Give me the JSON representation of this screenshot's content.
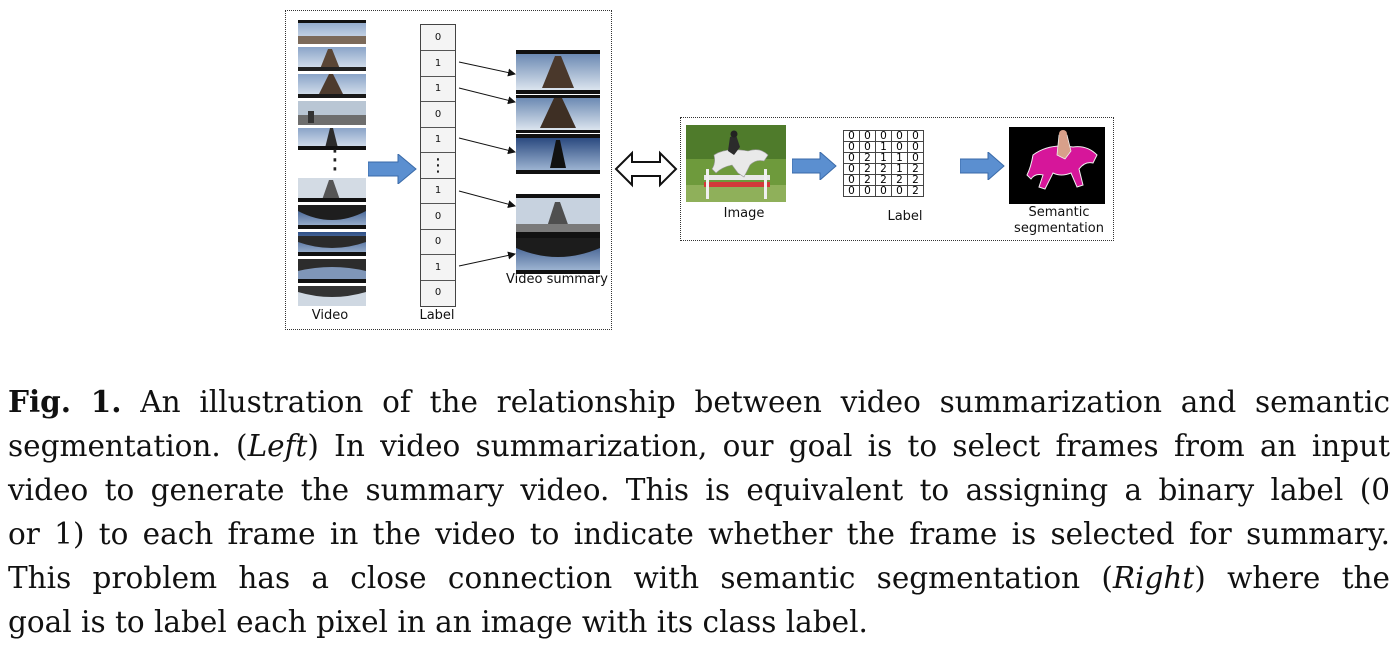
{
  "figure": {
    "left_panel": {
      "video_label": "Video",
      "label_column_title": "Label",
      "binary_labels": [
        "0",
        "1",
        "1",
        "0",
        "1",
        "⋮",
        "1",
        "0",
        "0",
        "1",
        "0"
      ],
      "summary_label": "Video summary",
      "video_ellipsis": "⋮"
    },
    "right_panel": {
      "image_label": "Image",
      "label_title": "Label",
      "seg_label_line1": "Semantic",
      "seg_label_line2": "segmentation",
      "label_grid": [
        [
          "0",
          "0",
          "0",
          "0",
          "0"
        ],
        [
          "0",
          "0",
          "1",
          "0",
          "0"
        ],
        [
          "0",
          "2",
          "1",
          "1",
          "0"
        ],
        [
          "0",
          "2",
          "2",
          "1",
          "2"
        ],
        [
          "0",
          "2",
          "2",
          "2",
          "2"
        ],
        [
          "0",
          "0",
          "0",
          "0",
          "2"
        ]
      ]
    },
    "colors": {
      "arrow_blue": "#5b8fd0",
      "seg_magenta": "#d6169a",
      "seg_rider": "#d8a08a"
    }
  },
  "caption": {
    "label": "Fig. 1.",
    "line1": "An illustration of the relationship between video summarization and semantic",
    "line2_a": "segmentation. (",
    "line2_italic": "Left",
    "line2_b": ") In video summarization, our goal is to select frames from an input",
    "line3": "video to generate the summary video. This is equivalent to assigning a binary label (0",
    "line4": "or 1) to each frame in the video to indicate whether the frame is selected for summary.",
    "line5_a": "This problem has a close connection with semantic segmentation (",
    "line5_italic": "Right",
    "line5_b": ") where the",
    "line6": "goal is to label each pixel in an image with its class label."
  }
}
